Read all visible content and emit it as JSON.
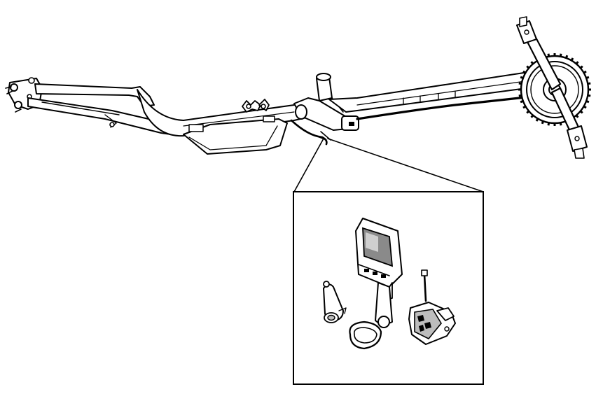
{
  "colors": {
    "line": "#000000",
    "background": "#ffffff",
    "screen_fill": "#8a8a8a",
    "screen_highlight": "#cfcfcf"
  },
  "icons": {
    "frame": "ebike-frame-line-art",
    "display": "ebike-display-unit",
    "mount": "handlebar-clamp-mount",
    "remote": "handlebar-remote-control",
    "sensor": "speed-sensor-magnet",
    "drive": "crank-chainring"
  }
}
